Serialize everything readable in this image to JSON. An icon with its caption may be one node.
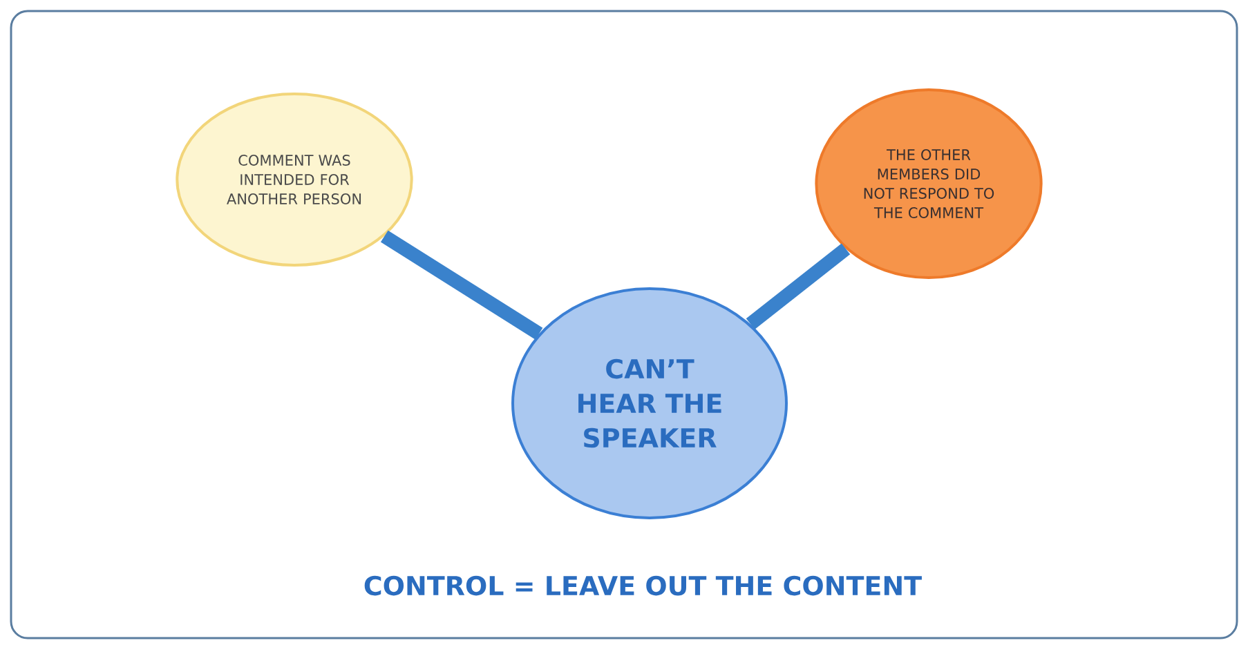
{
  "diagram": {
    "nodes": [
      {
        "text": [
          "COMMENT WAS INTENDED FOR ANOTHER PERSON"
        ]
      },
      {
        "text": [
          "THE OTHER MEMBERS DID NOT RESPOND TO THE COMMENT"
        ]
      },
      {
        "text": [
          "CAN’T HEAR THE SPEAKER"
        ]
      }
    ],
    "edges": [
      {
        "from": 2,
        "to": 0,
        "arrow": "none"
      },
      {
        "from": 2,
        "to": 1,
        "arrow": "none"
      }
    ],
    "labels": [
      "CONTROL = LEAVE OUT THE CONTENT"
    ]
  }
}
